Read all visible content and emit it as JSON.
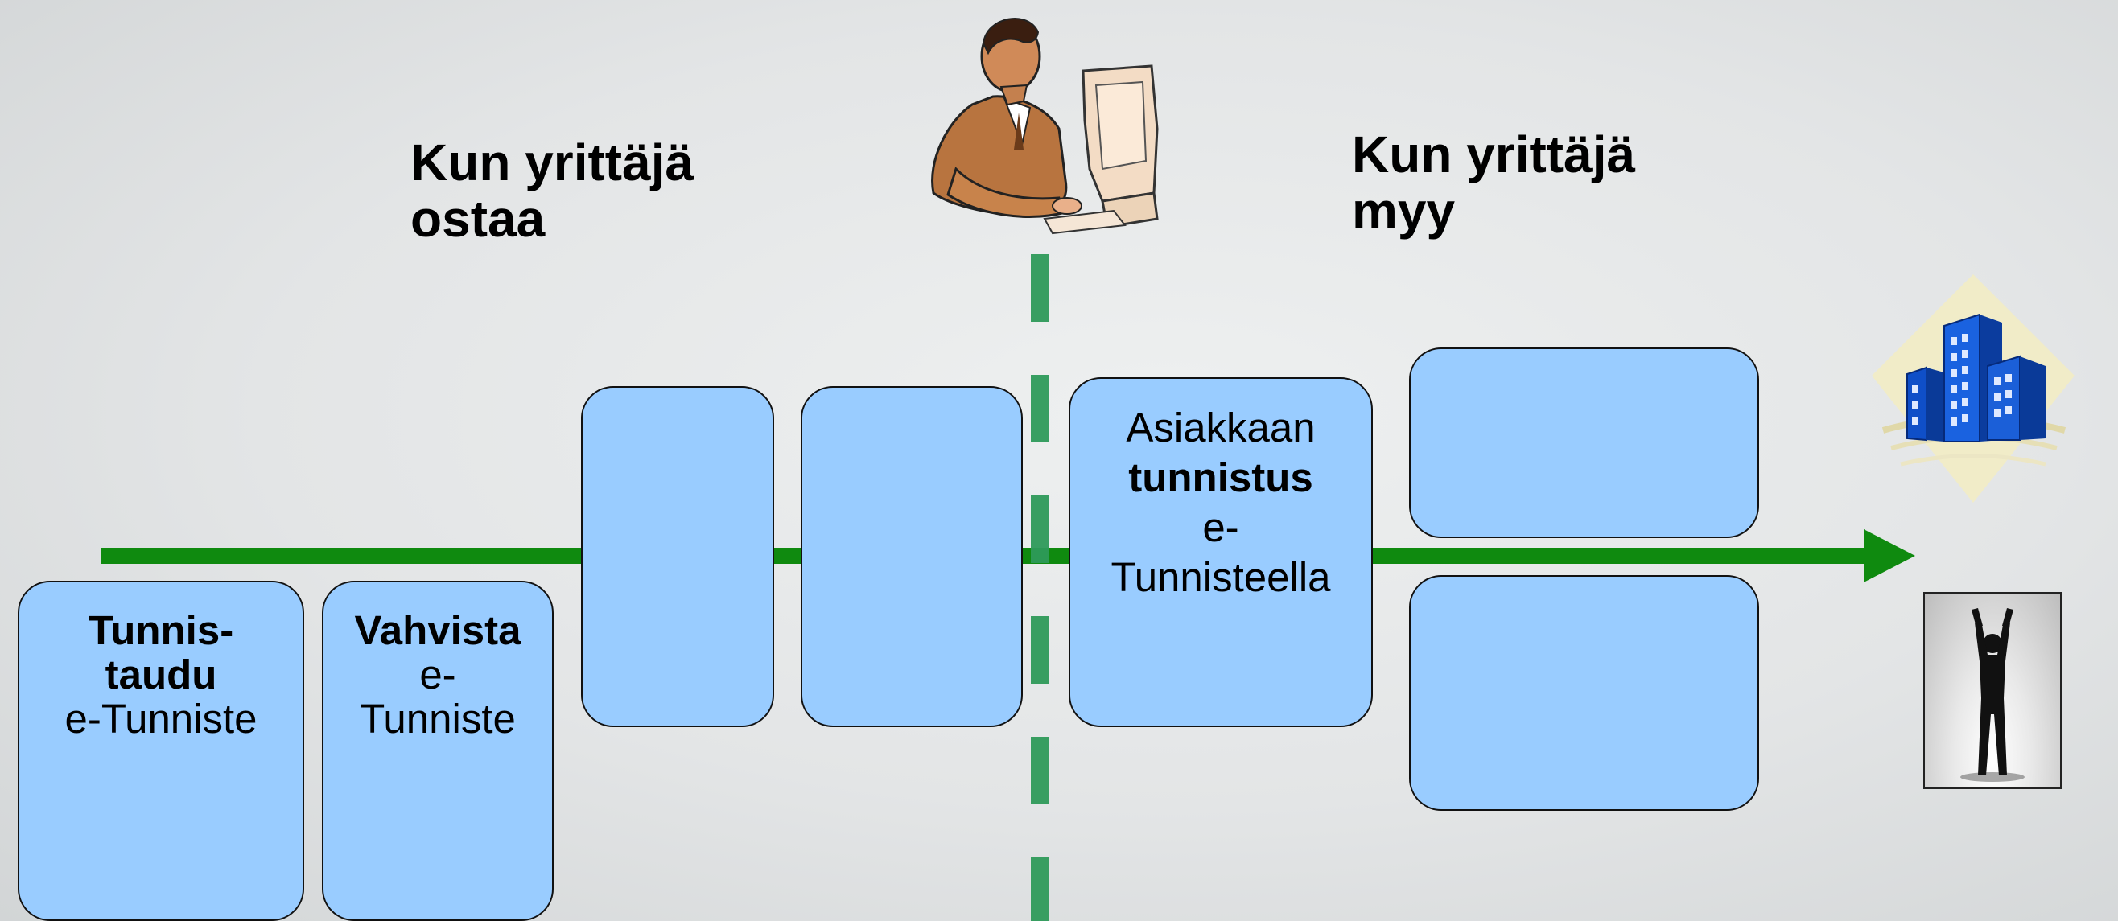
{
  "headings": {
    "buy": {
      "line1": "Kun yrittäjä",
      "line2": "ostaa"
    },
    "sell": {
      "line1": "Kun yrittäjä",
      "line2": "myy"
    }
  },
  "boxes": {
    "authenticate": {
      "line1": "Tunnis-",
      "line2": "taudu",
      "line3": "e-Tunniste"
    },
    "confirm": {
      "line1": "Vahvista",
      "line2": "e-",
      "line3": "Tunniste"
    },
    "customer_identification": {
      "line1": "Asiakkaan",
      "line2": "tunnistus",
      "line3": "e-",
      "line4": "Tunnisteella"
    }
  },
  "colors": {
    "box_fill": "#99ccff",
    "arrow": "#0f8a0f",
    "divider": "#2e9a5a"
  },
  "icons": {
    "person": "businessman-at-computer-icon",
    "building": "office-building-icon",
    "customer": "cheering-person-photo"
  }
}
